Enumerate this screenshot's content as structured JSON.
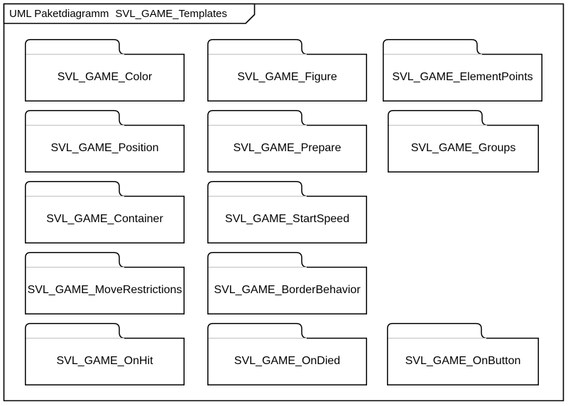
{
  "frame": {
    "title_type": "UML Paketdiagramm",
    "title_name": "SVL_GAME_Templates"
  },
  "packages": [
    {
      "name": "SVL_GAME_Color"
    },
    {
      "name": "SVL_GAME_Figure"
    },
    {
      "name": "SVL_GAME_ElementPoints"
    },
    {
      "name": "SVL_GAME_Position"
    },
    {
      "name": "SVL_GAME_Prepare"
    },
    {
      "name": "SVL_GAME_Groups"
    },
    {
      "name": "SVL_GAME_Container"
    },
    {
      "name": "SVL_GAME_StartSpeed"
    },
    {
      "name": "SVL_GAME_MoveRestrictions"
    },
    {
      "name": "SVL_GAME_BorderBehavior"
    },
    {
      "name": "SVL_GAME_OnHit"
    },
    {
      "name": "SVL_GAME_OnDied"
    },
    {
      "name": "SVL_GAME_OnButton"
    }
  ],
  "colors": {
    "stroke": "#000000",
    "fill": "#ffffff",
    "tab_separator": "#c8c8c8",
    "text": "#000000",
    "background": "#ffffff"
  }
}
